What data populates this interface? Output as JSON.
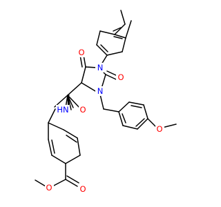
{
  "colors": {
    "bond": "#000000",
    "oxygen": "#ff0000",
    "nitrogen": "#0000ff",
    "background": "#ffffff"
  },
  "labels": {
    "n_top": "N",
    "n_bottom": "N",
    "o_ring_top": "O",
    "o_ring_right": "O",
    "o_amide": "O",
    "nh": "HN",
    "o_methoxy": "O",
    "o_ester_carbonyl": "O",
    "o_ester": "O"
  }
}
